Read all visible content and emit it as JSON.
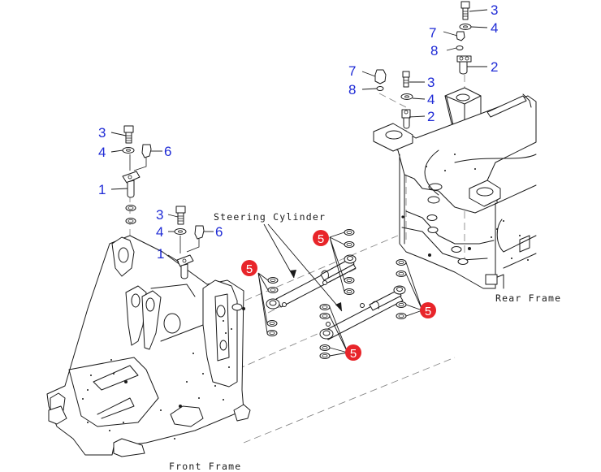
{
  "labels": {
    "steering_cylinder": "Steering Cylinder",
    "rear_frame": "Rear Frame",
    "front_frame": "Front Frame"
  },
  "callouts": {
    "top_right": {
      "bolt": "3",
      "washer": "4",
      "fitting": "7",
      "oring": "8",
      "pin": "2"
    },
    "mid_right": {
      "fitting": "7",
      "oring": "8",
      "bolt": "3",
      "washer": "4",
      "pin": "2"
    },
    "upper_left": {
      "bolt": "3",
      "washer": "4",
      "fitting": "6",
      "pin": "1"
    },
    "lower_left": {
      "bolt": "3",
      "washer": "4",
      "fitting": "6",
      "pin": "1"
    }
  },
  "badges": [
    {
      "id": "badge-top-center",
      "value": "5"
    },
    {
      "id": "badge-left",
      "value": "5"
    },
    {
      "id": "badge-right",
      "value": "5"
    },
    {
      "id": "badge-bottom-center",
      "value": "5"
    }
  ],
  "colors": {
    "callout_number": "#1f2bd6",
    "badge": "#e8252a",
    "line_art": "#1a1a1a"
  }
}
